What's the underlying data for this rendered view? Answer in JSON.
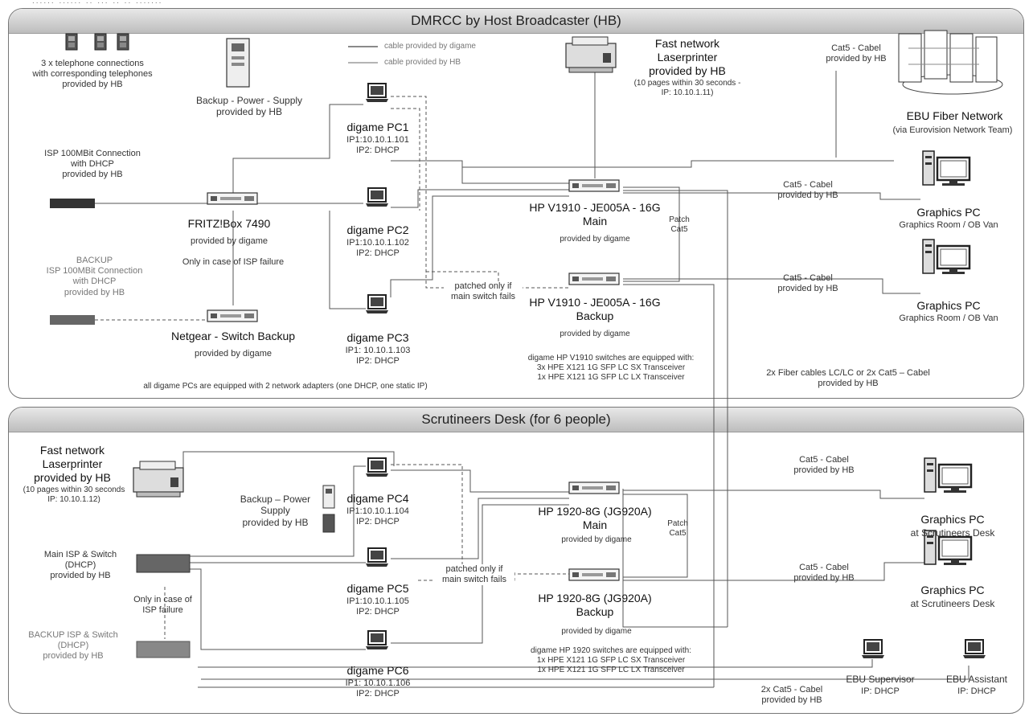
{
  "top_strip_text": "...... ...... .. ... .. .. .......",
  "dmrcc": {
    "title": "DMRCC by Host Broadcaster (HB)",
    "legend": {
      "digame": "cable provided by digame",
      "hb": "cable provided by HB"
    },
    "telephones": "3 x telephone connections\nwith corresponding telephones\nprovided by HB",
    "backup_power": "Backup - Power - Supply\nprovided by HB",
    "isp": "ISP 100MBit Connection\nwith DHCP\nprovided by HB",
    "backup_isp": "BACKUP\nISP 100MBit Connection\nwith DHCP\nprovided by HB",
    "fritzbox_name": "FRITZ!Box 7490",
    "fritzbox_sub": "provided by digame",
    "isp_failure": "Only in case of ISP failure",
    "netgear_name": "Netgear - Switch Backup",
    "netgear_sub": "provided by digame",
    "pc1_name": "digame PC1",
    "pc1_ip": "IP1:10.10.1.101\nIP2: DHCP",
    "pc2_name": "digame PC2",
    "pc2_ip": "IP1:10.10.1.102\nIP2: DHCP",
    "pc3_name": "digame PC3",
    "pc3_ip": "IP1: 10.10.1.103\nIP2: DHCP",
    "printer_name": "Fast network\nLaserprinter\nprovided by HB",
    "printer_sub": "(10 pages within 30 seconds -\nIP: 10.10.1.11)",
    "switch_main_name": "HP V1910 - JE005A - 16G\nMain",
    "switch_main_sub": "provided by digame",
    "switch_backup_name": "HP V1910 - JE005A - 16G\nBackup",
    "switch_backup_sub": "provided by digame",
    "patch": "Patch\nCat5",
    "patched": "patched only if\nmain switch fails",
    "cat5_top": "Cat5 - Cabel\nprovided by HB",
    "fiber_name": "EBU Fiber Network",
    "fiber_sub": "(via Eurovision Network Team)",
    "cat5_g1": "Cat5 - Cabel\nprovided by HB",
    "cat5_g2": "Cat5 - Cabel\nprovided by HB",
    "gpc1_name": "Graphics PC",
    "gpc1_sub": "Graphics Room / OB Van",
    "gpc2_name": "Graphics PC",
    "gpc2_sub": "Graphics Room / OB Van",
    "switch_note": "digame HP V1910 switches are equipped with:\n3x HPE X121 1G SFP LC SX Transceiver\n1x HPE X121 1G SFP LC LX Transceiver",
    "pcs_note": "all digame PCs are equipped with 2 network adapters (one DHCP, one static IP)",
    "fiber_note": "2x Fiber cables LC/LC or 2x Cat5 – Cabel\nprovided by HB"
  },
  "scrutineers": {
    "title": "Scrutineers Desk (for 6 people)",
    "printer_name": "Fast network\nLaserprinter\nprovided by HB",
    "printer_sub": "(10 pages within 30 seconds\nIP: 10.10.1.12)",
    "backup_power": "Backup – Power\nSupply\nprovided by HB",
    "main_isp": "Main ISP & Switch\n(DHCP)\nprovided by HB",
    "isp_failure": "Only in case of\nISP failure",
    "backup_isp": "BACKUP ISP & Switch\n(DHCP)\nprovided by HB",
    "pc4_name": "digame PC4",
    "pc4_ip": "IP1:10.10.1.104\nIP2: DHCP",
    "pc5_name": "digame PC5",
    "pc5_ip": "IP1:10.10.1.105\nIP2: DHCP",
    "pc6_name": "digame PC6",
    "pc6_ip": "IP1: 10.10.1.106\nIP2: DHCP",
    "switch_main_name": "HP 1920-8G (JG920A)\nMain",
    "switch_main_sub": "provided by digame",
    "switch_backup_name": "HP 1920-8G (JG920A)\nBackup",
    "switch_backup_sub": "provided by digame",
    "patch": "Patch\nCat5",
    "patched": "patched only if\nmain switch fails",
    "switch_note": "digame HP 1920 switches are equipped with:\n1x HPE X121 1G SFP LC SX Transceiver\n1x HPE X121 1G SFP LC LX Transceiver",
    "cat5_g1": "Cat5 - Cabel\nprovided by HB",
    "cat5_g2": "Cat5 - Cabel\nprovided by HB",
    "gpc1_name": "Graphics PC",
    "gpc1_sub": "at Scrutineers Desk",
    "gpc2_name": "Graphics PC",
    "gpc2_sub": "at Scrutineers Desk",
    "cat5_ebu": "2x Cat5 - Cabel\nprovided by HB",
    "ebu_sup_name": "EBU Supervisor",
    "ebu_sup_ip": "IP: DHCP",
    "ebu_ast_name": "EBU Assistant",
    "ebu_ast_ip": "IP: DHCP"
  }
}
